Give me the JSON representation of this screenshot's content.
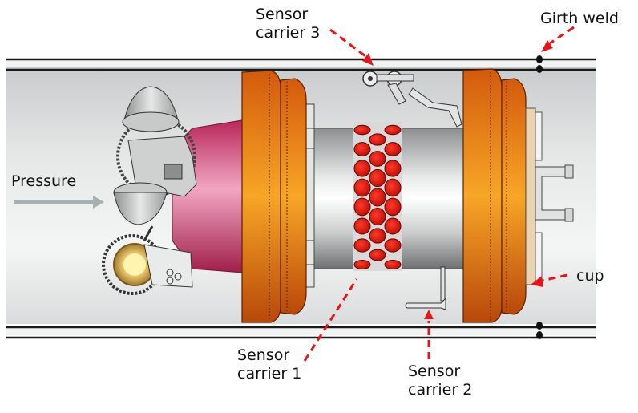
{
  "diagram": {
    "subject": "In-line inspection tool inside pipeline",
    "labels": {
      "pressure": "Pressure",
      "sensor_carrier_3": [
        "Sensor",
        "carrier 3"
      ],
      "girth_weld": "Girth weld",
      "cup": "cup",
      "sensor_carrier_1": [
        "Sensor",
        "carrier 1"
      ],
      "sensor_carrier_2": [
        "Sensor",
        "carrier 2"
      ]
    },
    "colors": {
      "pointer_arrow": "#e8141c",
      "pressure_arrow": "#a6b1b1",
      "cup_orange": "#e8650e",
      "body_magenta": "#d8396a",
      "sensor_red": "#e8180f",
      "pipe_wall": "#1a1a1a"
    }
  }
}
